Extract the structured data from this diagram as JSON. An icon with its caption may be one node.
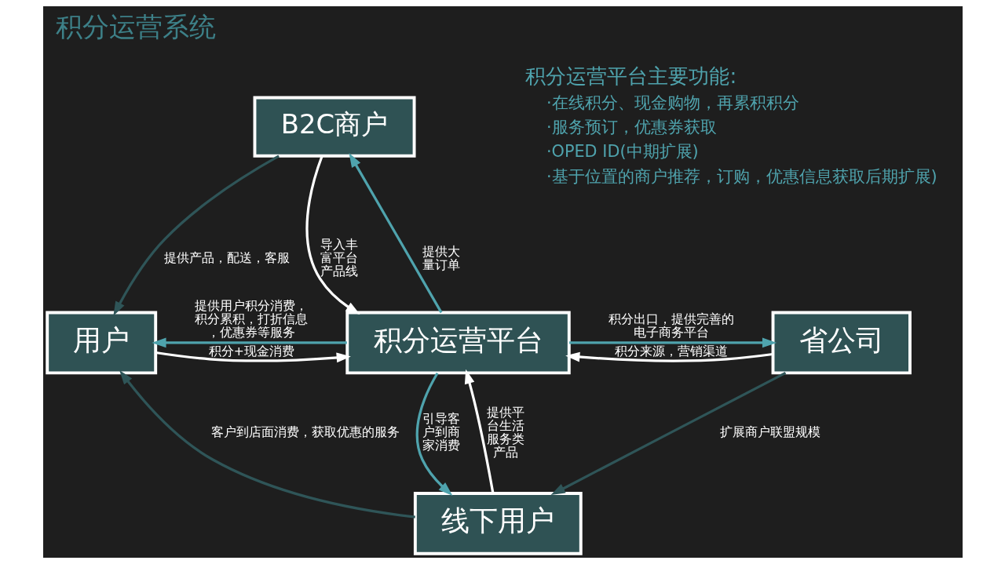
{
  "diagram": {
    "title": "积分运营系统",
    "nodes": [
      {
        "text": [
          "B2C商户"
        ]
      },
      {
        "text": [
          "用户"
        ]
      },
      {
        "text": [
          "积分运营平台"
        ]
      },
      {
        "text": [
          "省公司"
        ]
      },
      {
        "text": [
          "线下用户"
        ]
      }
    ],
    "edges": [
      {
        "from": 0,
        "to": 1,
        "arrow": "to",
        "label": "提供产品，配送，客服",
        "color": "#2f5558"
      },
      {
        "from": 0,
        "to": 2,
        "arrow": "to",
        "label": "导入丰富平台产品线"
      },
      {
        "from": 2,
        "to": 0,
        "arrow": "to",
        "label": "提供大量订单",
        "color": "#4fa3ad"
      },
      {
        "from": 1,
        "to": 2,
        "arrow": "to",
        "label": "积分+现金消费"
      },
      {
        "from": 2,
        "to": 1,
        "arrow": "to",
        "label": "提供用户积分消费，积分累积，打折信息，优惠券等服务",
        "color": "#4fa3ad"
      },
      {
        "from": 3,
        "to": 2,
        "arrow": "to",
        "label": "积分来源，营销渠道"
      },
      {
        "from": 2,
        "to": 3,
        "arrow": "to",
        "label": "积分出口，提供完善的电子商务平台",
        "color": "#4fa3ad"
      },
      {
        "from": 2,
        "to": 4,
        "arrow": "to",
        "label": "引导客户到商家消费",
        "color": "#4fa3ad"
      },
      {
        "from": 4,
        "to": 2,
        "arrow": "to",
        "label": "提供平台生活服务类产品"
      },
      {
        "from": 4,
        "to": 1,
        "arrow": "to",
        "label": "客户到店面消费，获取优惠的服务",
        "color": "#2f5558"
      },
      {
        "from": 3,
        "to": 4,
        "arrow": "to",
        "label": "扩展商户联盟规模",
        "color": "#2f5558"
      }
    ],
    "labels": [
      "积分运营平台主要功能:",
      "·在线积分、现金购物，再累积积分",
      "·服务预订，优惠券获取",
      "·OPED ID(中期扩展)",
      "·基于位置的商户推荐，订购，优惠信息获取后期扩展)"
    ]
  }
}
